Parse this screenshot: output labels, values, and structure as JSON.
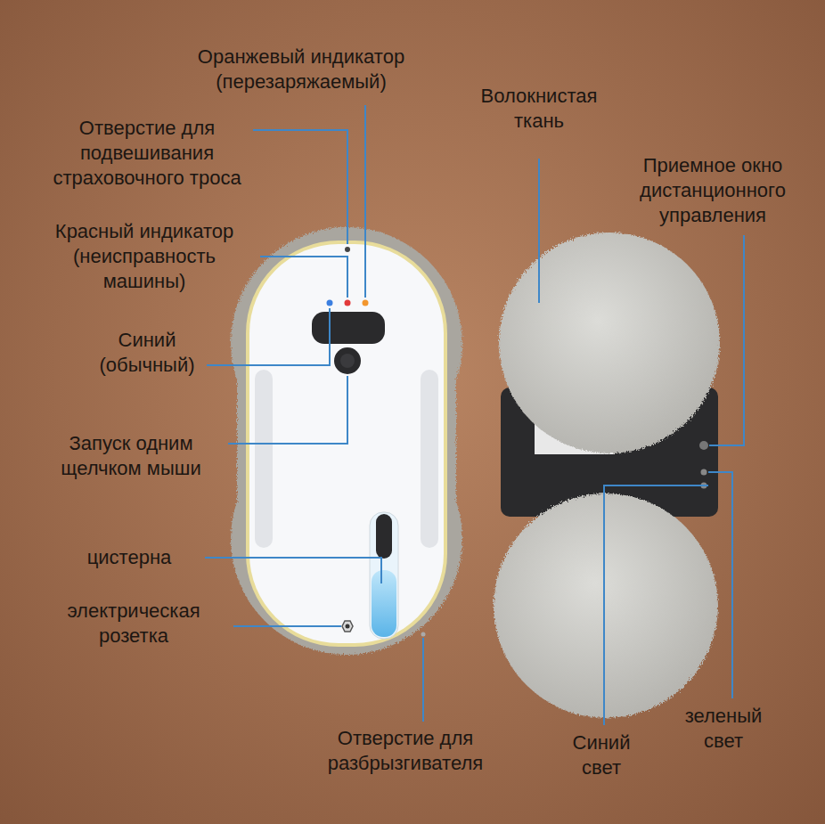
{
  "diagram": {
    "labels": [
      "Оранжевый индикатор (перезаряжаемый)",
      "Волокнистая ткань",
      "Отверстие для подвешивания страховочного троса",
      "Приемное окно дистанционного управления",
      "Красный индикатор (неисправность машины)",
      "Синий (обычный)",
      "Запуск одним щелчком мыши",
      "цистерна",
      "электрическая розетка",
      "зеленый свет",
      "Отверстие для разбрызгивателя",
      "Синий свет"
    ]
  }
}
